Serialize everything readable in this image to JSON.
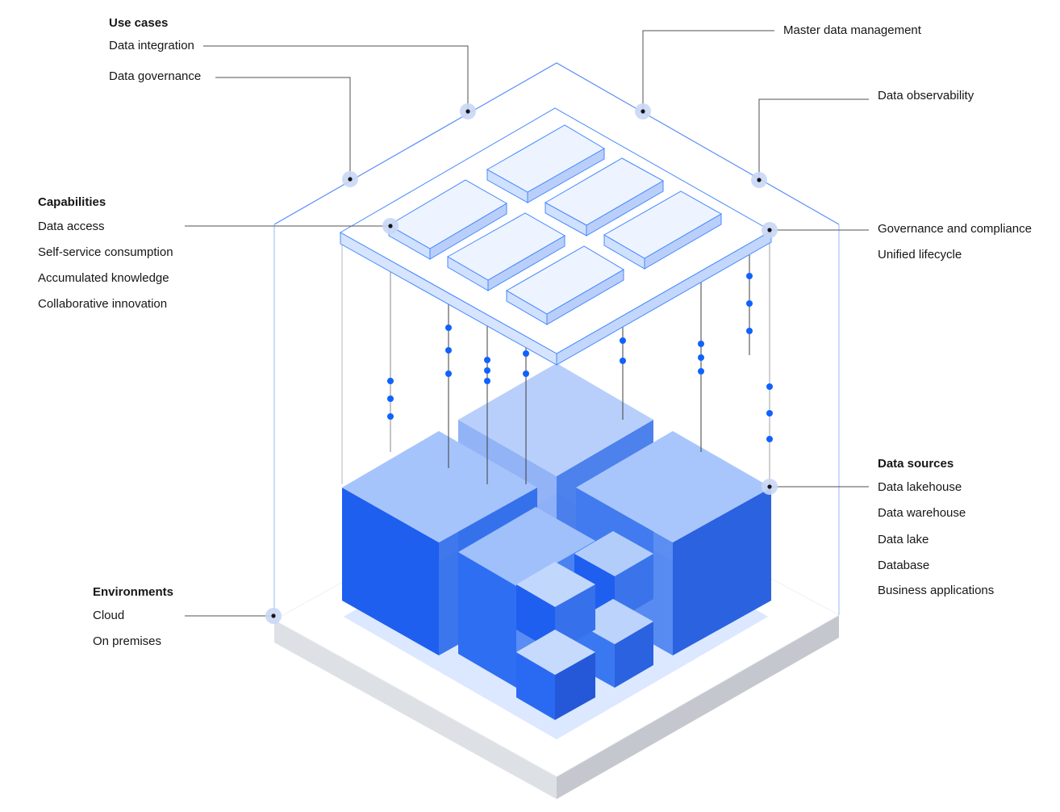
{
  "colors": {
    "accent": "#0f62fe",
    "cube_front": "#1f61f0",
    "cube_top": "#a6c8ff",
    "platform": "#e0e2e5",
    "outline": "#4589ff",
    "line": "#262626",
    "halo": "#c9d7f5"
  },
  "use_cases": {
    "heading": "Use cases",
    "items": [
      "Data integration",
      "Data governance",
      "Master data management",
      "Data observability"
    ]
  },
  "capabilities": {
    "heading": "Capabilities",
    "items": [
      "Data access",
      "Self-service consumption",
      "Accumulated knowledge",
      "Collaborative innovation"
    ]
  },
  "governance": {
    "items": [
      "Governance and compliance",
      "Unified lifecycle"
    ]
  },
  "data_sources": {
    "heading": "Data sources",
    "items": [
      "Data lakehouse",
      "Data warehouse",
      "Data lake",
      "Database",
      "Business applications"
    ]
  },
  "environments": {
    "heading": "Environments",
    "items": [
      "Cloud",
      "On premises"
    ]
  }
}
